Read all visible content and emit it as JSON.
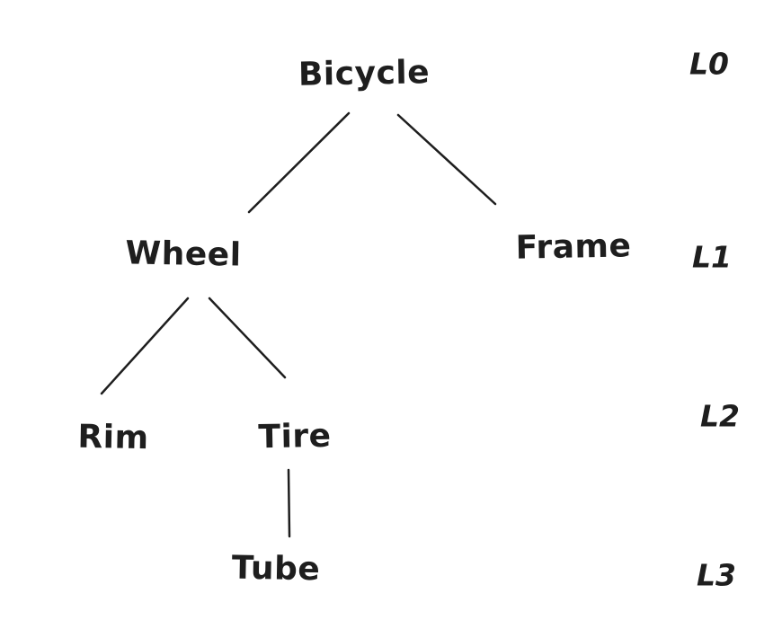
{
  "diagram": {
    "type": "tree",
    "root": "Bicycle",
    "nodes": [
      {
        "id": "bicycle",
        "label": "Bicycle",
        "level": 0,
        "parent": null
      },
      {
        "id": "wheel",
        "label": "Wheel",
        "level": 1,
        "parent": "Bicycle"
      },
      {
        "id": "frame",
        "label": "Frame",
        "level": 1,
        "parent": "Bicycle"
      },
      {
        "id": "rim",
        "label": "Rim",
        "level": 2,
        "parent": "Wheel"
      },
      {
        "id": "tire",
        "label": "Tire",
        "level": 2,
        "parent": "Wheel"
      },
      {
        "id": "tube",
        "label": "Tube",
        "level": 3,
        "parent": "Tire"
      }
    ],
    "edges": [
      {
        "from": "Bicycle",
        "to": "Wheel"
      },
      {
        "from": "Bicycle",
        "to": "Frame"
      },
      {
        "from": "Wheel",
        "to": "Rim"
      },
      {
        "from": "Wheel",
        "to": "Tire"
      },
      {
        "from": "Tire",
        "to": "Tube"
      }
    ],
    "level_labels": [
      {
        "label": "L0"
      },
      {
        "label": "L1"
      },
      {
        "label": "L2"
      },
      {
        "label": "L3"
      }
    ],
    "colors": {
      "ink": "#1e1e1e",
      "background": "#ffffff"
    }
  }
}
